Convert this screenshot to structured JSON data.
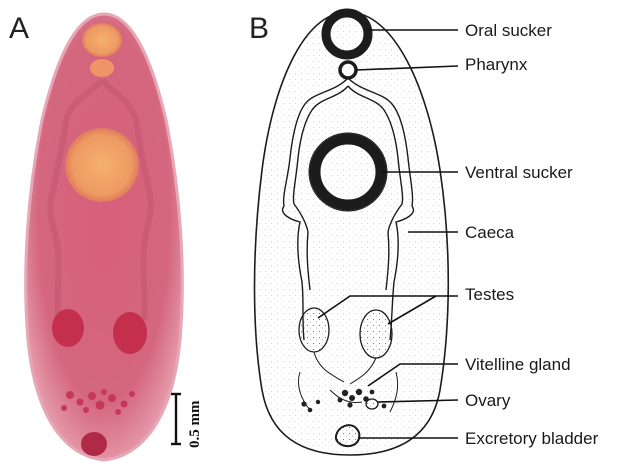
{
  "panels": {
    "photo": {
      "letter": "A"
    },
    "drawing": {
      "letter": "B"
    }
  },
  "scale_bar": {
    "label": "0.5 mm"
  },
  "labels": [
    "Oral sucker",
    "Pharynx",
    "Ventral sucker",
    "Caeca",
    "Testes",
    "Vitelline gland",
    "Ovary",
    "Excretory bladder"
  ],
  "colors": {
    "photo_body": "#d4667e",
    "photo_edge": "#e8a3b2",
    "photo_organs": "#c42f4e",
    "suckers": "#f0a36c",
    "ink": "#1c1c1c"
  }
}
